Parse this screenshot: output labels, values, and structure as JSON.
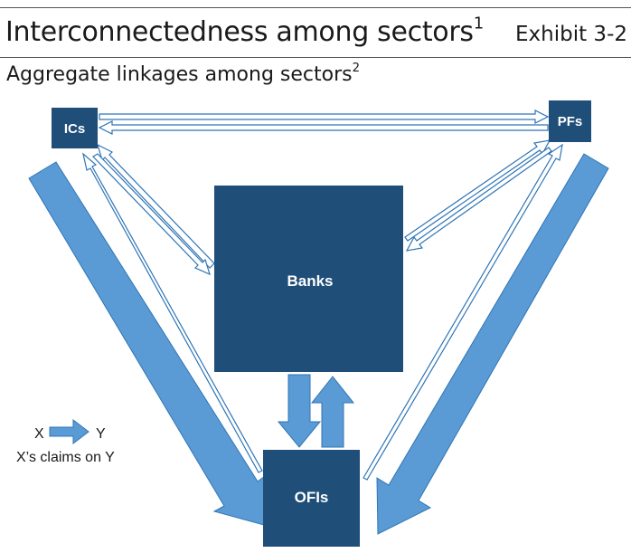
{
  "header": {
    "title": "Interconnectedness among sectors",
    "title_sup": "1",
    "exhibit": "Exhibit 3-2"
  },
  "subtitle": {
    "text": "Aggregate linkages among sectors",
    "sup": "2"
  },
  "nodes": {
    "ics": "ICs",
    "pfs": "PFs",
    "banks": "Banks",
    "ofis": "OFIs"
  },
  "legend": {
    "from": "X",
    "to": "Y",
    "caption": "X’s claims on Y"
  },
  "colors": {
    "node_fill": "#1f4e79",
    "arrow_fill": "#5b9bd5",
    "arrow_edge": "#2e75b6"
  }
}
